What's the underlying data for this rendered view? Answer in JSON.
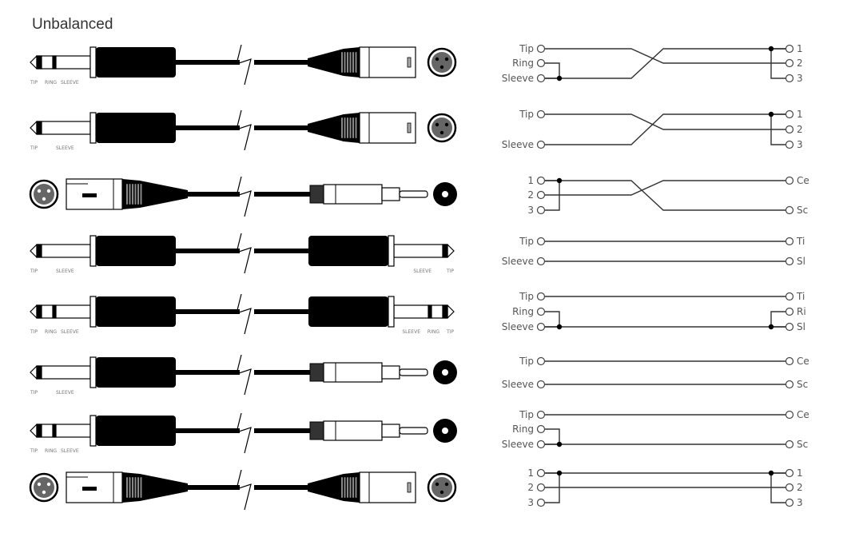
{
  "title": "Unbalanced",
  "colors": {
    "ink": "#000000",
    "wire": "#444444",
    "label": "#555555"
  },
  "rows": [
    {
      "left": "trs",
      "right": "xlr-m",
      "left_labels": [
        "TIP",
        "RING",
        "SLEEVE"
      ],
      "right_labels": [],
      "wiring": {
        "lpins": [
          "Tip",
          "Ring",
          "Sleeve"
        ],
        "rpins": [
          "1",
          "2",
          "3"
        ],
        "wires": [
          [
            0,
            1,
            true
          ],
          [
            2,
            0,
            true
          ]
        ],
        "lbridge": [
          1,
          2,
          2
        ],
        "rbridge": [
          0,
          2,
          0
        ]
      }
    },
    {
      "left": "ts",
      "right": "xlr-m",
      "left_labels": [
        "TIP",
        "SLEEVE"
      ],
      "right_labels": [],
      "wiring": {
        "lpins": [
          "Tip",
          "",
          "Sleeve"
        ],
        "rpins": [
          "1",
          "2",
          "3"
        ],
        "wires": [
          [
            0,
            1,
            true
          ],
          [
            2,
            0,
            true
          ]
        ],
        "lbridge": null,
        "rbridge": [
          0,
          2,
          0
        ]
      }
    },
    {
      "left": "xlr-f",
      "right": "rca",
      "left_labels": [],
      "right_labels": [],
      "wiring": {
        "lpins": [
          "1",
          "2",
          "3"
        ],
        "rpins": [
          "Ce",
          "",
          "Sc"
        ],
        "wires": [
          [
            0,
            2,
            true
          ],
          [
            1,
            0,
            true
          ]
        ],
        "lbridge": [
          0,
          2,
          0
        ],
        "rbridge": null
      }
    },
    {
      "left": "ts",
      "right": "ts",
      "left_labels": [
        "TIP",
        "SLEEVE"
      ],
      "right_labels": [
        "SLEEVE",
        "TIP"
      ],
      "wiring": {
        "lpins": [
          "Tip",
          "Sleeve"
        ],
        "rpins": [
          "Ti",
          "Sl"
        ],
        "wires": [
          [
            0,
            0,
            false
          ],
          [
            1,
            1,
            false
          ]
        ],
        "lbridge": null,
        "rbridge": null
      }
    },
    {
      "left": "trs",
      "right": "trs",
      "left_labels": [
        "TIP",
        "RING",
        "SLEEVE"
      ],
      "right_labels": [
        "SLEEVE",
        "RING",
        "TIP"
      ],
      "wiring": {
        "lpins": [
          "Tip",
          "Ring",
          "Sleeve"
        ],
        "rpins": [
          "Ti",
          "Ri",
          "Sl"
        ],
        "wires": [
          [
            0,
            0,
            false
          ],
          [
            2,
            2,
            false
          ]
        ],
        "lbridge": [
          1,
          2,
          2
        ],
        "rbridge": [
          1,
          2,
          2
        ]
      }
    },
    {
      "left": "ts",
      "right": "rca",
      "left_labels": [
        "TIP",
        "SLEEVE"
      ],
      "right_labels": [],
      "wiring": {
        "lpins": [
          "Tip",
          "Sleeve"
        ],
        "rpins": [
          "Ce",
          "Sc"
        ],
        "wires": [
          [
            0,
            0,
            false
          ],
          [
            1,
            1,
            false
          ]
        ],
        "lbridge": null,
        "rbridge": null
      }
    },
    {
      "left": "trs",
      "right": "rca",
      "left_labels": [
        "TIP",
        "RING",
        "SLEEVE"
      ],
      "right_labels": [],
      "wiring": {
        "lpins": [
          "Tip",
          "Ring",
          "Sleeve"
        ],
        "rpins": [
          "Ce",
          "",
          "Sc"
        ],
        "wires": [
          [
            0,
            0,
            false
          ],
          [
            2,
            2,
            false
          ]
        ],
        "lbridge": [
          1,
          2,
          2
        ],
        "rbridge": null
      }
    },
    {
      "left": "xlr-f",
      "right": "xlr-m",
      "left_labels": [],
      "right_labels": [],
      "wiring": {
        "lpins": [
          "1",
          "2",
          "3"
        ],
        "rpins": [
          "1",
          "2",
          "3"
        ],
        "wires": [
          [
            0,
            0,
            false
          ],
          [
            1,
            1,
            false
          ]
        ],
        "lbridge": [
          0,
          2,
          0
        ],
        "rbridge": [
          0,
          2,
          0
        ]
      }
    }
  ]
}
